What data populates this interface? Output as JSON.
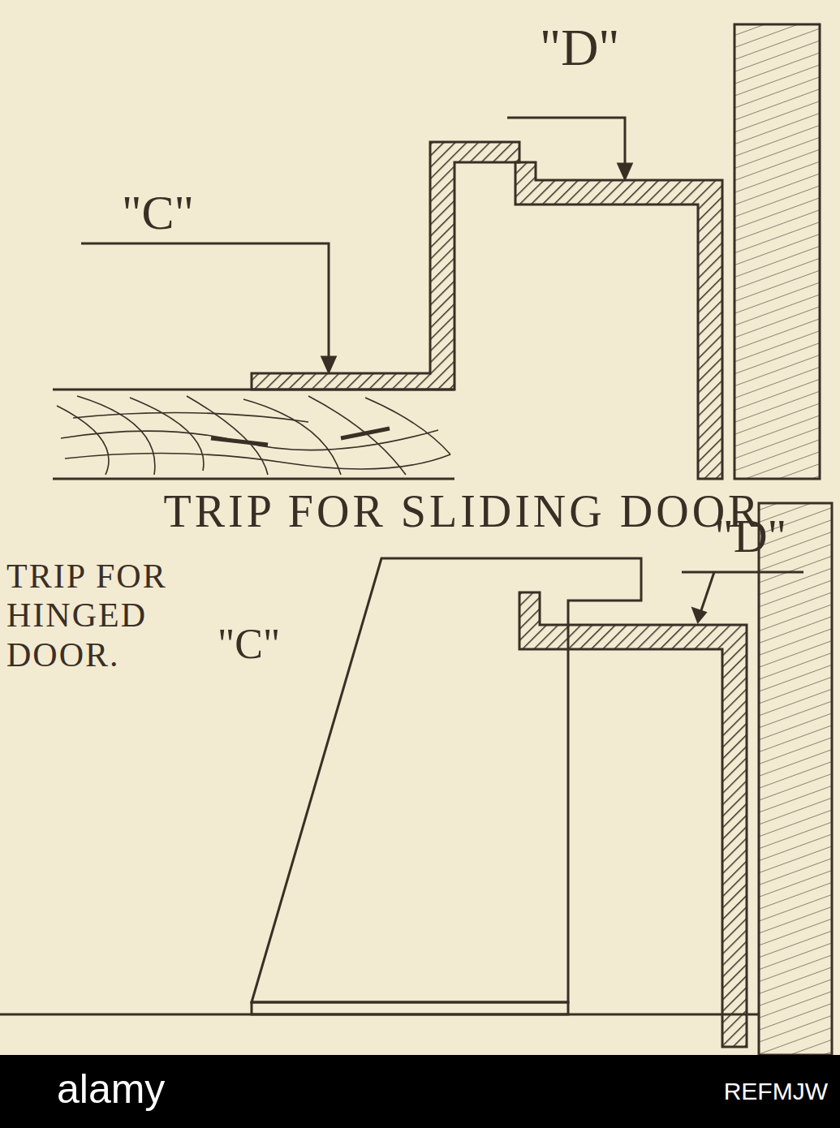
{
  "diagram": {
    "labels": [
      "\"D\"",
      "\"C\"",
      "TRIP FOR SLIDING DOOR",
      "\"D\"",
      "TRIP FOR HINGED DOOR.",
      "\"C\"",
      "alamy",
      "REFMJW"
    ]
  }
}
